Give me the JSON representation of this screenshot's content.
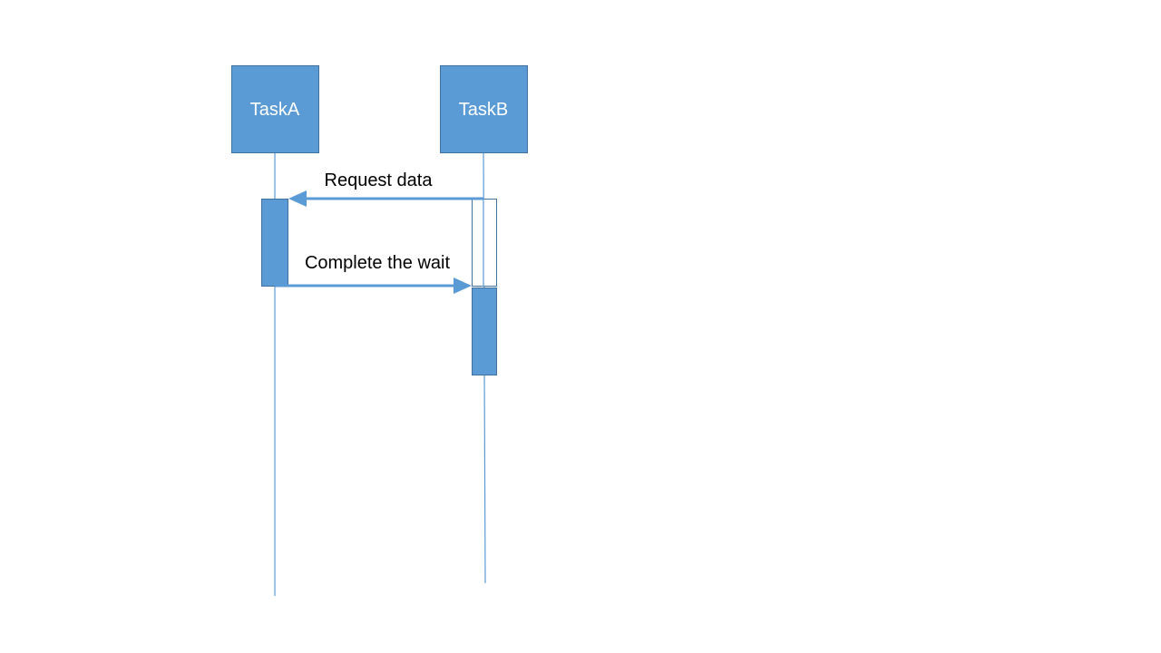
{
  "participants": [
    {
      "label": "TaskA"
    },
    {
      "label": "TaskB"
    }
  ],
  "messages": [
    {
      "label": "Request data",
      "from": "TaskB",
      "to": "TaskA"
    },
    {
      "label": "Complete the wait",
      "from": "TaskA",
      "to": "TaskB"
    }
  ],
  "colors": {
    "accent": "#5b9bd5",
    "border": "#41719c",
    "label_on_accent": "#ffffff",
    "message_text": "#000000"
  }
}
